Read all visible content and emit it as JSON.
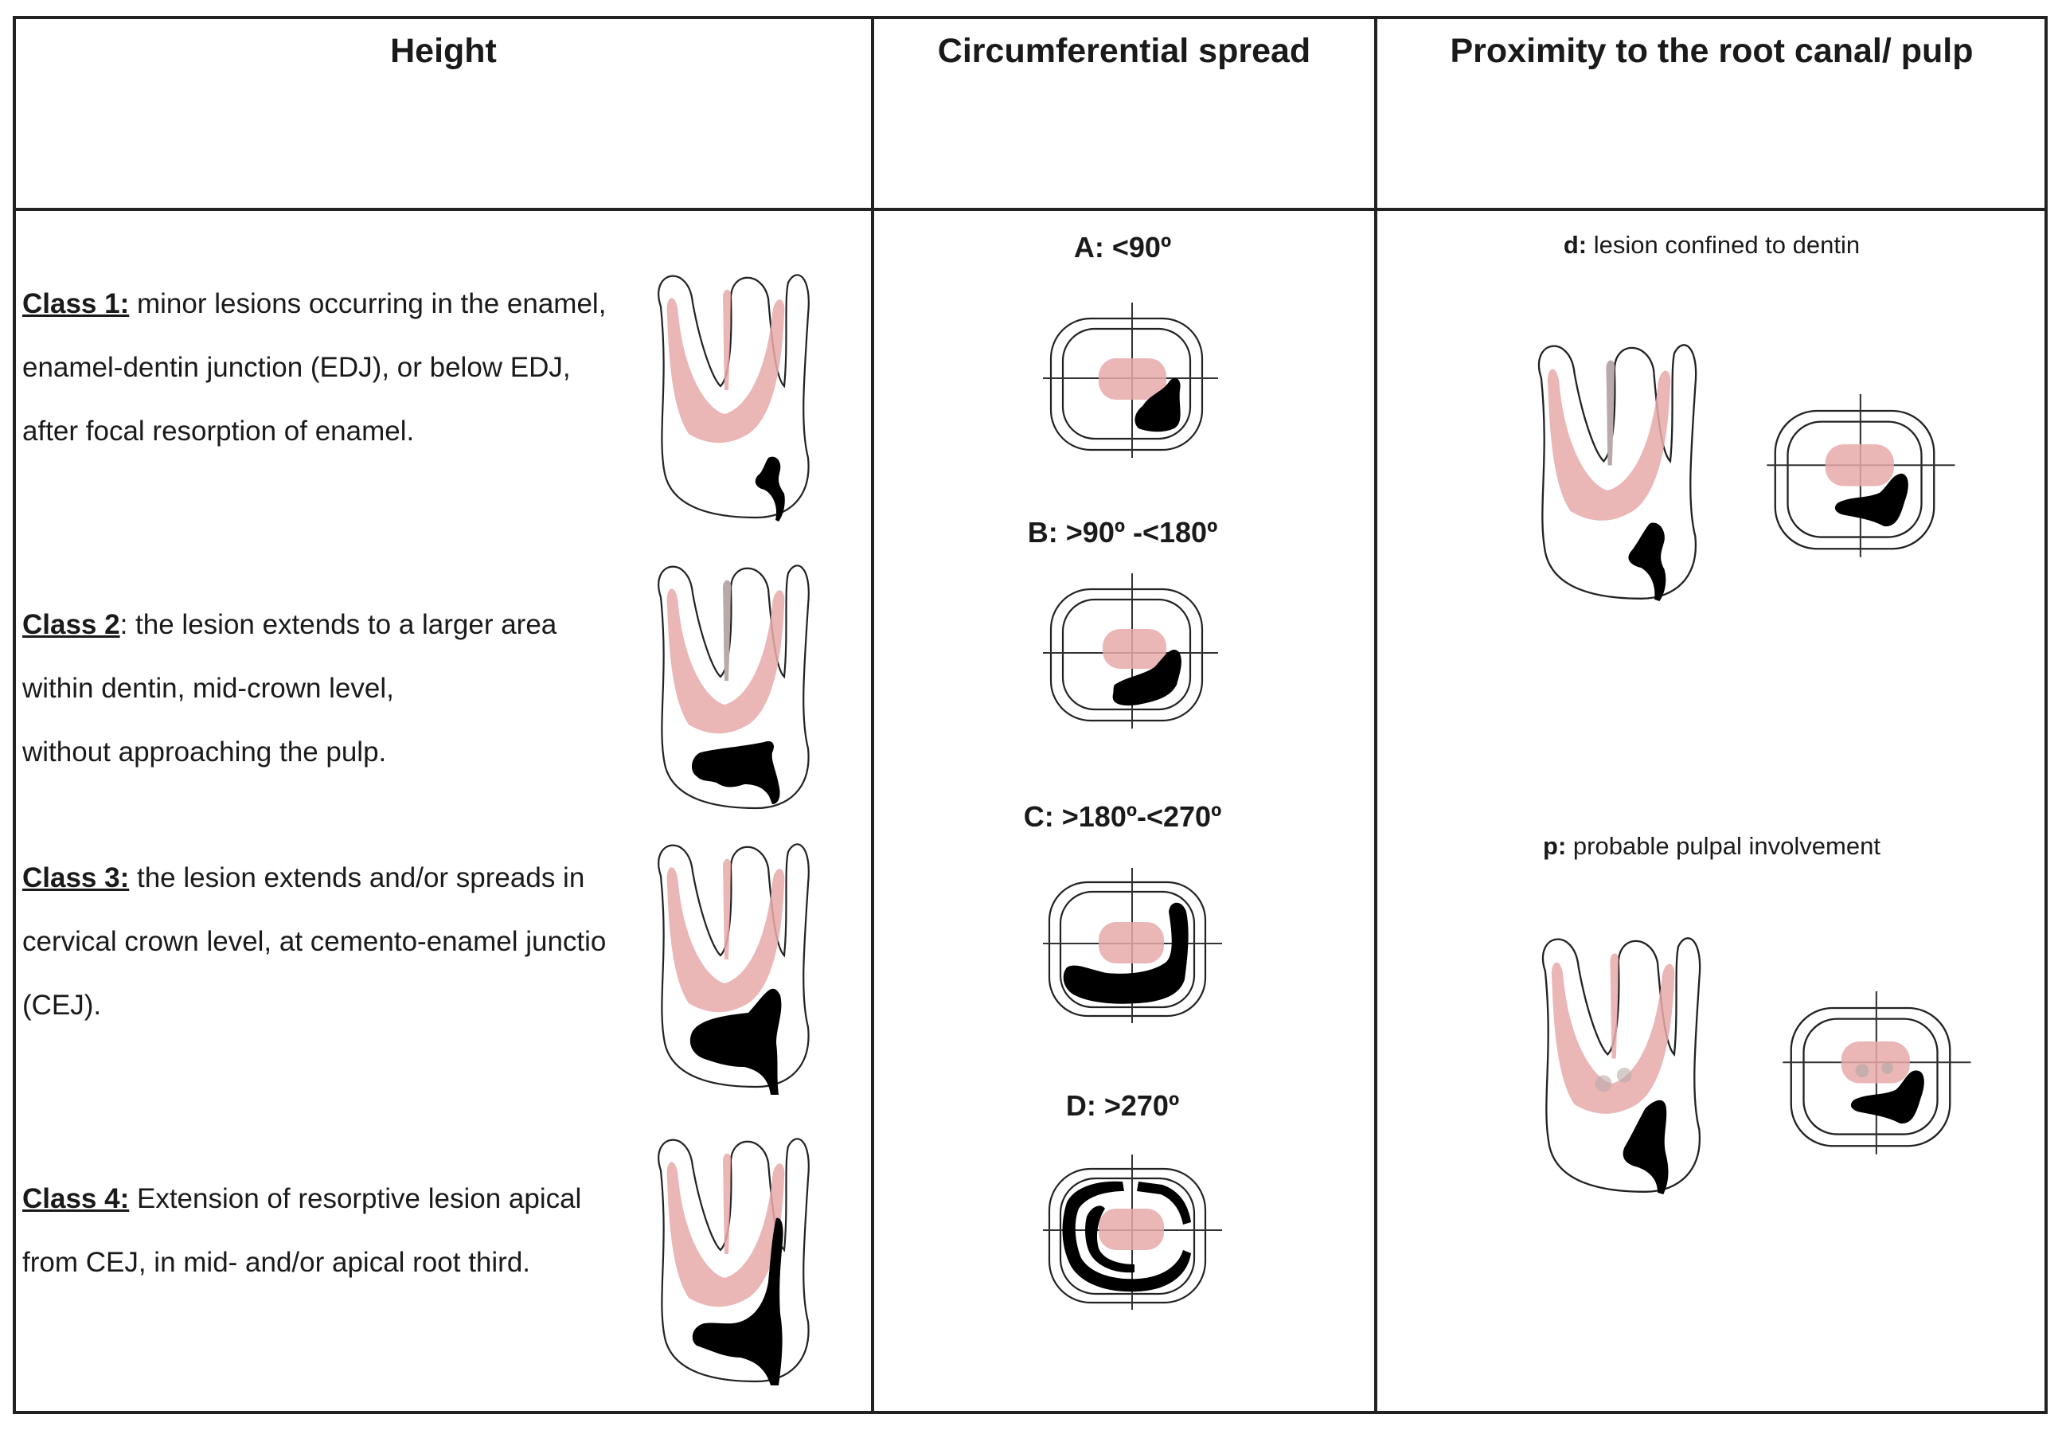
{
  "headers": {
    "height": "Height",
    "spread": "Circumferential spread",
    "proximity": "Proximity to the root canal/ pulp"
  },
  "classes": [
    {
      "title": "Class 1:",
      "lines": [
        " minor lesions occurring in the enamel,",
        "enamel-dentin junction (EDJ), or below EDJ,",
        "after focal resorption of enamel."
      ]
    },
    {
      "title": "Class 2",
      "lines": [
        ": the lesion extends to a larger area",
        "within dentin, mid-crown level,",
        "without approaching the pulp."
      ]
    },
    {
      "title": "Class 3:",
      "lines": [
        " the lesion extends and/or spreads in",
        "cervical crown level, at cemento-enamel junctio",
        "(CEJ)."
      ]
    },
    {
      "title": "Class 4:",
      "lines": [
        " Extension of resorptive lesion apical",
        "from CEJ, in mid- and/or apical root third."
      ]
    }
  ],
  "spread_labels": [
    "A: <90º",
    "B: >90º -<180º",
    "C: >180º-<270º",
    "D: >270º"
  ],
  "proximity": [
    {
      "code": "d:",
      "text": " lesion confined to dentin"
    },
    {
      "code": "p:",
      "text": " probable pulpal involvement"
    }
  ],
  "colors": {
    "pulp": "#e7a9a9",
    "lesion": "#000000",
    "canal": "#b9aaaa",
    "border": "#222222"
  }
}
